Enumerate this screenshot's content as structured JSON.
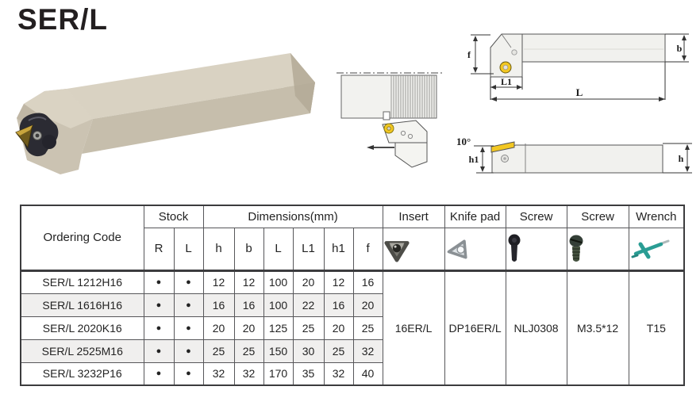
{
  "page": {
    "title": "SER/L"
  },
  "drawings": {
    "top_view": {
      "labels": {
        "f": "f",
        "l1": "L1",
        "l": "L",
        "b": "b"
      }
    },
    "side_view": {
      "labels": {
        "angle": "10°",
        "h1": "h1",
        "h": "h"
      }
    }
  },
  "table": {
    "headers": {
      "ordering_code": "Ordering Code",
      "stock": "Stock",
      "dimensions": "Dimensions(mm)",
      "stock_sub": [
        "R",
        "L"
      ],
      "dim_sub": [
        "h",
        "b",
        "L",
        "L1",
        "h1",
        "f"
      ],
      "insert": "Insert",
      "knife_pad": "Knife pad",
      "screw1": "Screw",
      "screw2": "Screw",
      "wrench": "Wrench"
    },
    "rows": [
      {
        "code": "SER/L 1212H16",
        "r": "●",
        "l": "●",
        "h": "12",
        "b": "12",
        "L": "100",
        "L1": "20",
        "h1": "12",
        "f": "16"
      },
      {
        "code": "SER/L 1616H16",
        "r": "●",
        "l": "●",
        "h": "16",
        "b": "16",
        "L": "100",
        "L1": "22",
        "h1": "16",
        "f": "20"
      },
      {
        "code": "SER/L 2020K16",
        "r": "●",
        "l": "●",
        "h": "20",
        "b": "20",
        "L": "125",
        "L1": "25",
        "h1": "20",
        "f": "25"
      },
      {
        "code": "SER/L 2525M16",
        "r": "●",
        "l": "●",
        "h": "25",
        "b": "25",
        "L": "150",
        "L1": "30",
        "h1": "25",
        "f": "32"
      },
      {
        "code": "SER/L 3232P16",
        "r": "●",
        "l": "●",
        "h": "32",
        "b": "32",
        "L": "170",
        "L1": "35",
        "h1": "32",
        "f": "40"
      }
    ],
    "merged": {
      "insert": "16ER/L",
      "knife_pad": "DP16ER/L",
      "screw1": "NLJ0308",
      "screw2": "M3.5*12",
      "wrench": "T15"
    }
  },
  "colors": {
    "insert_yellow": "#F2C722",
    "wrench_teal": "#2A9D94",
    "row_stripe": "#F0EFEE",
    "table_border": "#4B4B4D",
    "ink": "#231F20"
  }
}
